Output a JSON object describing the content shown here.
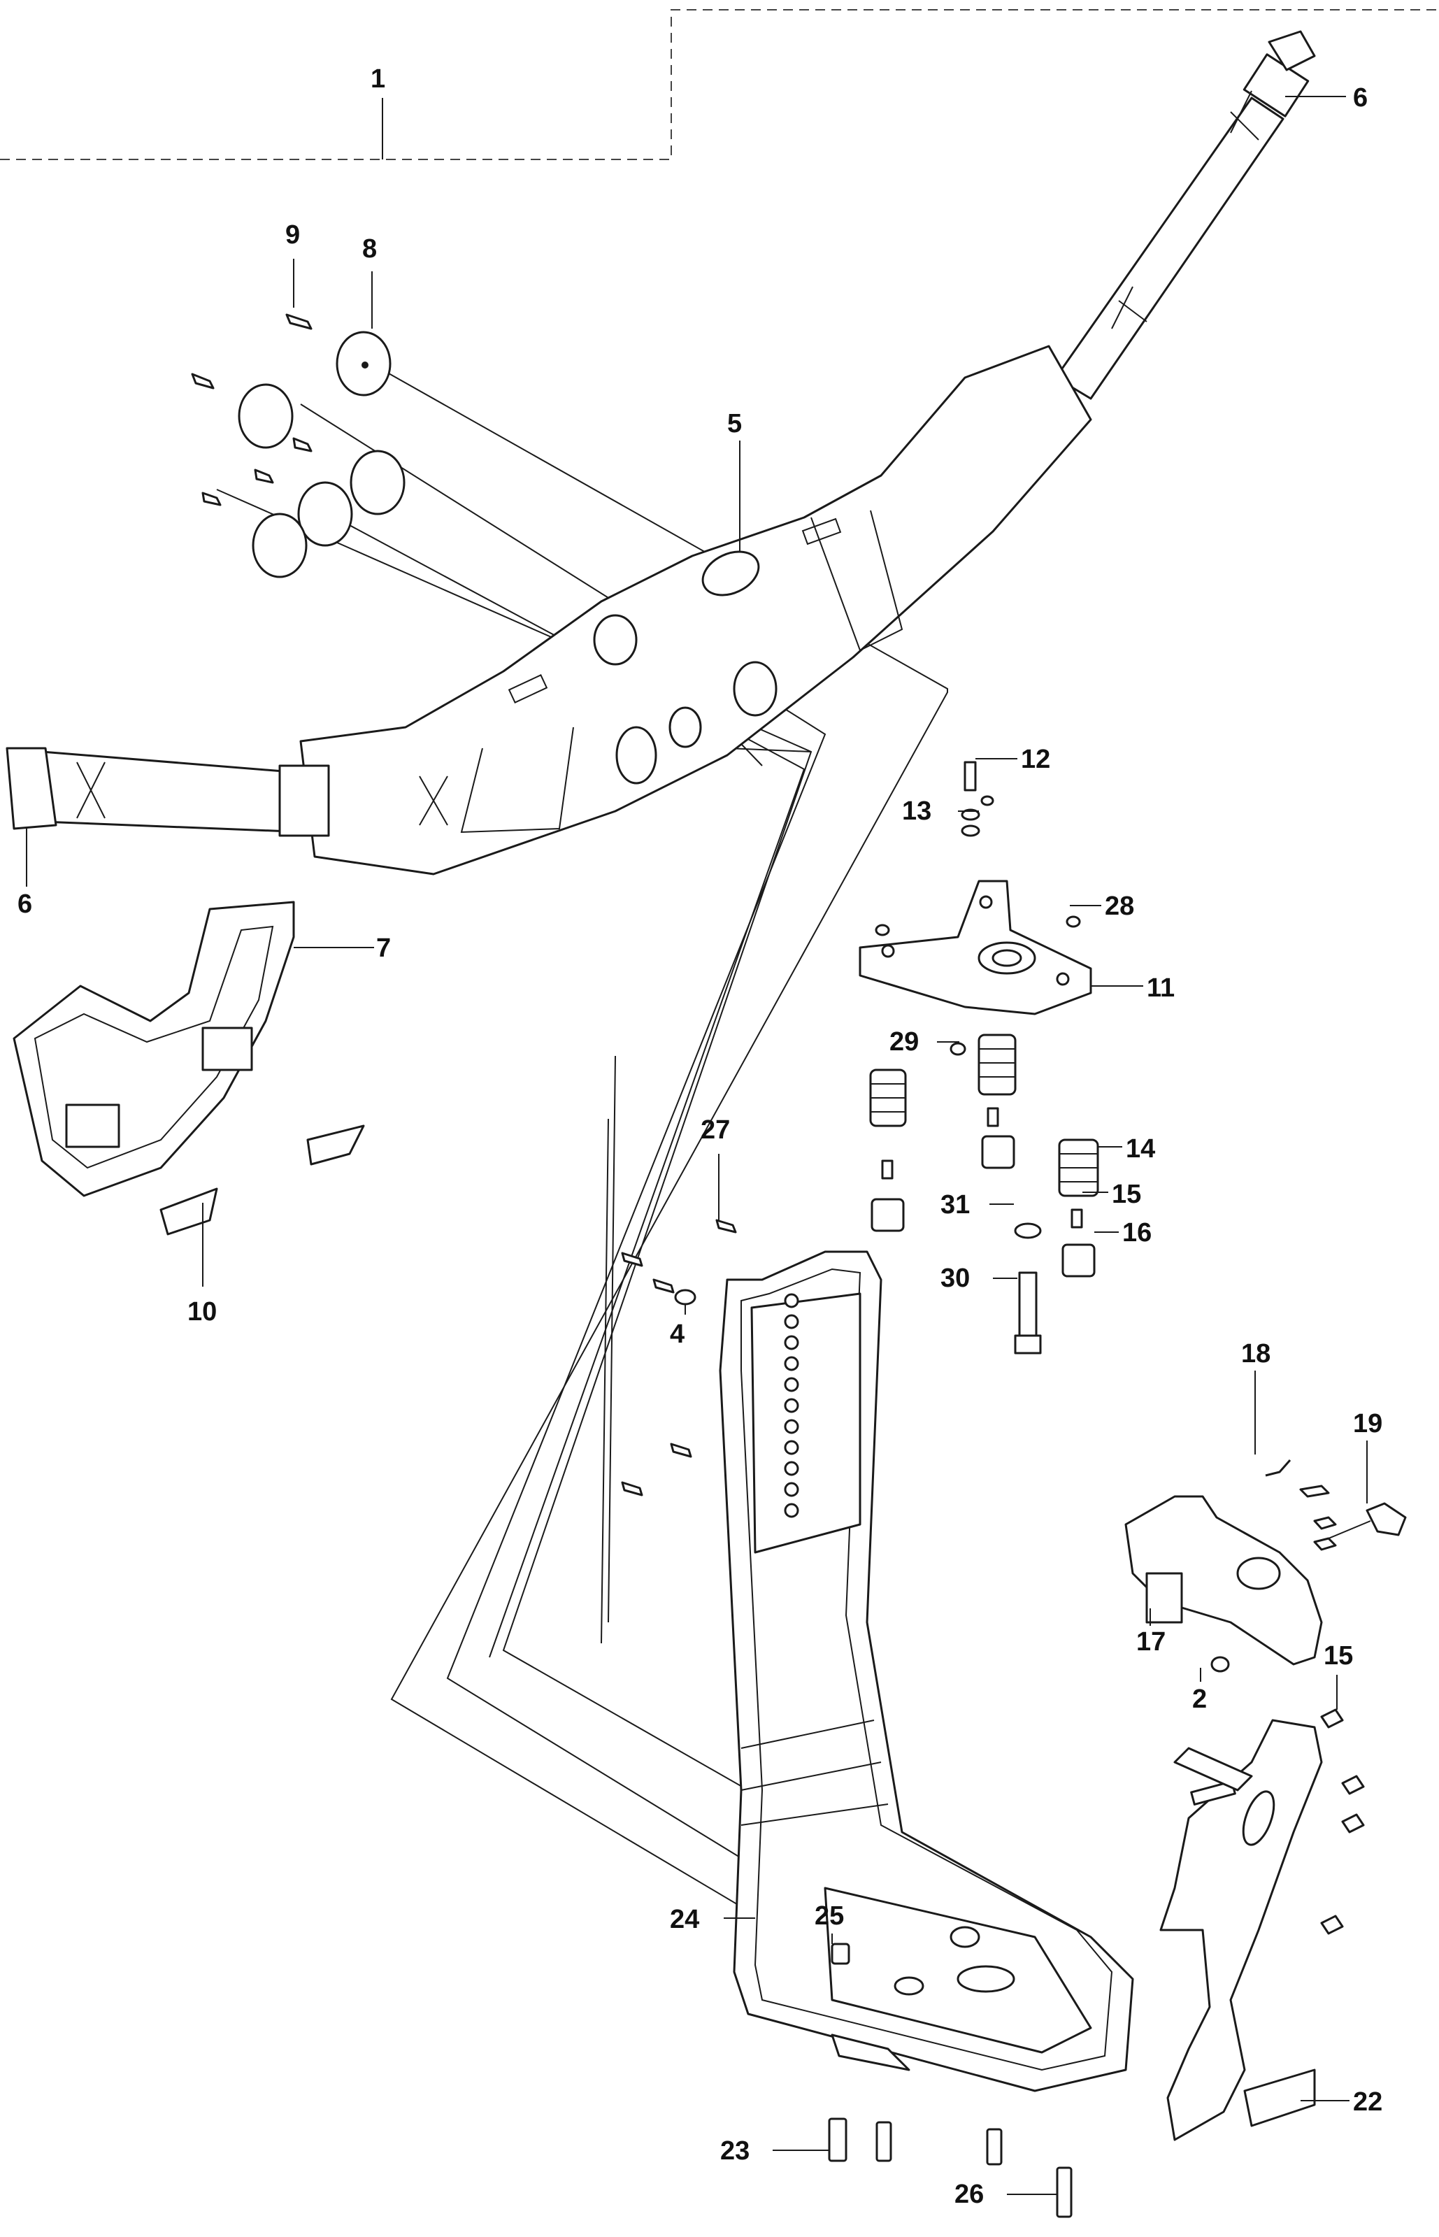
{
  "diagram": {
    "parts": [
      {
        "id": "p1",
        "label": "1"
      },
      {
        "id": "p2",
        "label": "2"
      },
      {
        "id": "p4",
        "label": "4"
      },
      {
        "id": "p5",
        "label": "5"
      },
      {
        "id": "p6a",
        "label": "6"
      },
      {
        "id": "p6b",
        "label": "6"
      },
      {
        "id": "p7",
        "label": "7"
      },
      {
        "id": "p8",
        "label": "8"
      },
      {
        "id": "p9",
        "label": "9"
      },
      {
        "id": "p10",
        "label": "10"
      },
      {
        "id": "p11",
        "label": "11"
      },
      {
        "id": "p12",
        "label": "12"
      },
      {
        "id": "p13",
        "label": "13"
      },
      {
        "id": "p14",
        "label": "14"
      },
      {
        "id": "p15a",
        "label": "15"
      },
      {
        "id": "p15b",
        "label": "15"
      },
      {
        "id": "p16",
        "label": "16"
      },
      {
        "id": "p17",
        "label": "17"
      },
      {
        "id": "p18",
        "label": "18"
      },
      {
        "id": "p19",
        "label": "19"
      },
      {
        "id": "p22",
        "label": "22"
      },
      {
        "id": "p23",
        "label": "23"
      },
      {
        "id": "p24",
        "label": "24"
      },
      {
        "id": "p25",
        "label": "25"
      },
      {
        "id": "p26",
        "label": "26"
      },
      {
        "id": "p27",
        "label": "27"
      },
      {
        "id": "p28",
        "label": "28"
      },
      {
        "id": "p29",
        "label": "29"
      },
      {
        "id": "p30",
        "label": "30"
      },
      {
        "id": "p31",
        "label": "31"
      }
    ],
    "colors": {
      "line": "#1a1a1a",
      "background": "#ffffff"
    }
  }
}
